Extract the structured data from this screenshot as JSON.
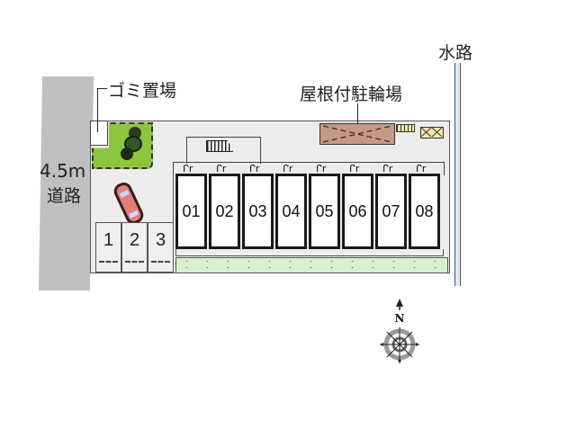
{
  "labels": {
    "garbage": "ゴミ置場",
    "bike_parking": "屋根付駐輪場",
    "waterway": "水路",
    "road_width": "4.5m",
    "road": "道路",
    "north": "N"
  },
  "units": [
    "01",
    "02",
    "03",
    "04",
    "05",
    "06",
    "07",
    "08"
  ],
  "parking_spaces": [
    "1",
    "2",
    "3"
  ],
  "colors": {
    "road": "#bfc0c2",
    "lot": "#ececec",
    "garden": "#8cc63f",
    "lawn": "#d9efcf",
    "bike_roof": "#c49a86",
    "car": "#e57d7d",
    "waterway": "#dce8f4"
  }
}
